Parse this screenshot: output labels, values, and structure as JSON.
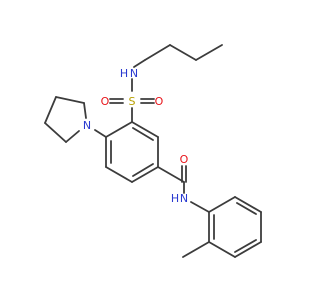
{
  "atoms": {
    "n_propyl": "N",
    "h_propyl": "H",
    "s_sulfonyl": "S",
    "o_sulfonyl_left": "O",
    "o_sulfonyl_right": "O",
    "n_pyrrolidine": "N",
    "o_carbonyl": "O",
    "n_amide": "N",
    "h_amide": "H"
  },
  "colors": {
    "bond": "#3c3c3c",
    "nitrogen": "#2a3ad0",
    "oxygen": "#e8151b",
    "sulfur": "#b8a000",
    "background": "#ffffff"
  }
}
